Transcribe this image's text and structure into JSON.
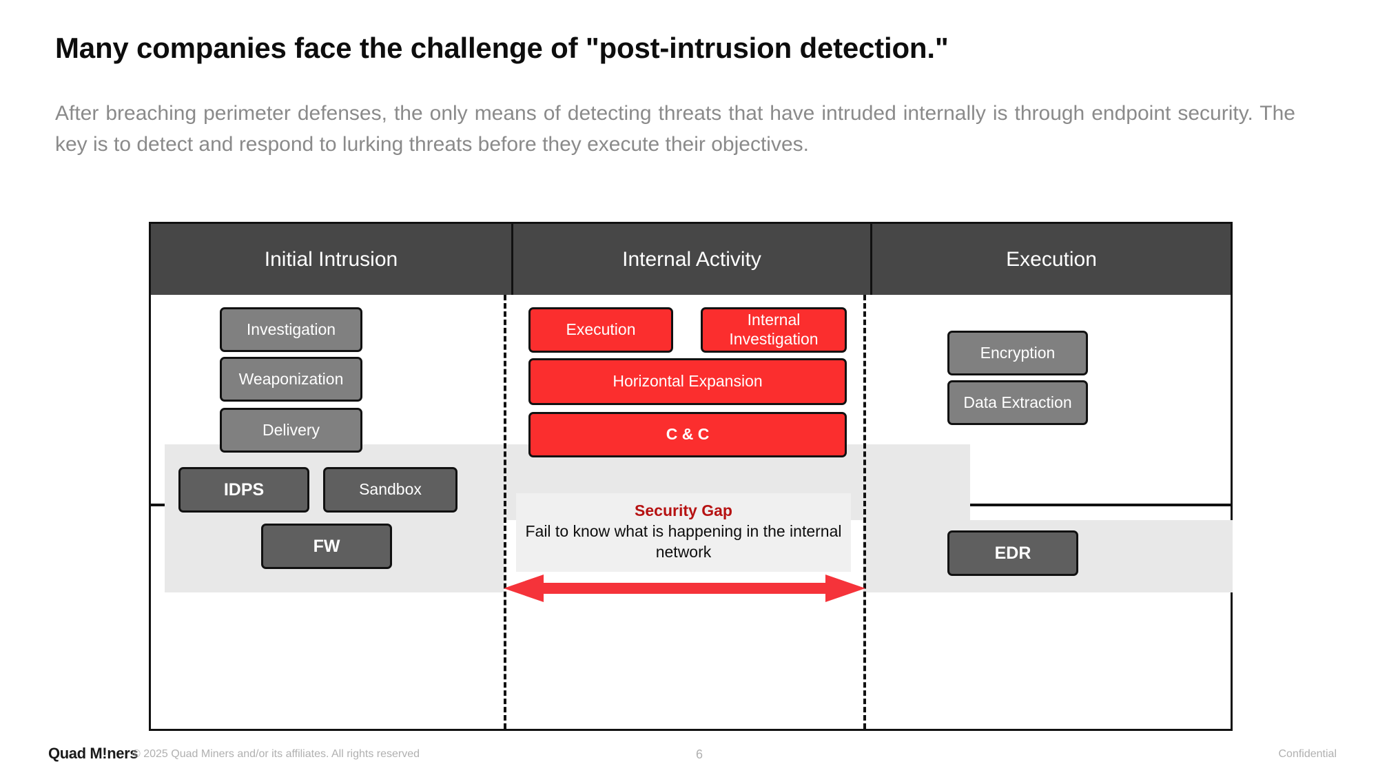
{
  "slide": {
    "title": "Many companies face the challenge of \"post-intrusion detection.\"",
    "subtitle": "After breaching perimeter defenses, the only means of detecting threats that have intruded internally is through endpoint security. The key is to detect and respond to lurking threats before they execute their objectives."
  },
  "diagram": {
    "columns": [
      {
        "header": "Initial Intrusion"
      },
      {
        "header": "Internal Activity"
      },
      {
        "header": "Execution"
      }
    ],
    "activity_nodes": {
      "investigation": "Investigation",
      "weaponization": "Weaponization",
      "delivery": "Delivery",
      "execution": "Execution",
      "internal_investigation_line1": "Internal",
      "internal_investigation_line2": "Investigation",
      "horizontal_expansion": "Horizontal Expansion",
      "cc": "C & C",
      "encryption": "Encryption",
      "data_extraction": "Data Extraction"
    },
    "defense_nodes": {
      "idps": "IDPS",
      "sandbox": "Sandbox",
      "fw": "FW",
      "edr": "EDR"
    },
    "security_gap": {
      "title": "Security Gap",
      "description": "Fail to know what is happening in the internal network"
    },
    "colors": {
      "header_bar": "#474747",
      "activity_gray": "#808080",
      "defense_gray": "#5f5f5f",
      "threat_red": "#fb2e2e",
      "gap_red": "#b61212",
      "band_gray": "#e8e8e8"
    }
  },
  "footer": {
    "logo": "Quad M!ners",
    "copyright": "© 2025  Quad Miners and/or its affiliates. All rights reserved",
    "page_number": "6",
    "confidential": "Confidential"
  }
}
